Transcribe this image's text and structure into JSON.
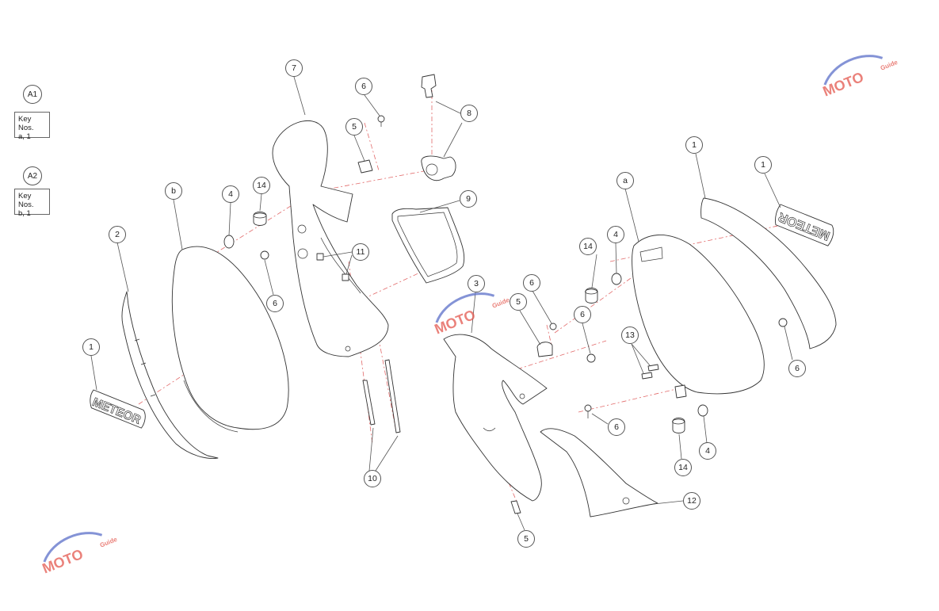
{
  "legend": [
    {
      "badge": "A1",
      "text": "Key Nos.\na, 1"
    },
    {
      "badge": "A2",
      "text": "Key Nos.\nb, 1"
    }
  ],
  "callouts": {
    "c7": "7",
    "c6a": "6",
    "c5a": "5",
    "c8": "8",
    "c9": "9",
    "cb": "b",
    "c4a": "4",
    "c14a": "14",
    "c2": "2",
    "c11": "11",
    "c6b": "6",
    "c1a": "1",
    "c10": "10",
    "c3": "3",
    "c6c": "6",
    "c5b": "5",
    "c6d": "6",
    "c6e": "6",
    "c5c": "5",
    "c12": "12",
    "ca": "a",
    "c14b": "14",
    "c4b": "4",
    "c13": "13",
    "c6f": "6",
    "c14c": "14",
    "c4c": "4",
    "c1b": "1",
    "c1c": "1"
  },
  "badge_text": {
    "right": "METEOR",
    "left": "METEOR"
  },
  "watermark": {
    "text": "MOTO",
    "sub": "Guide",
    "colors": {
      "red": "#e4574e",
      "blue": "#5b6fc9",
      "gray": "#9a9a9a"
    }
  }
}
